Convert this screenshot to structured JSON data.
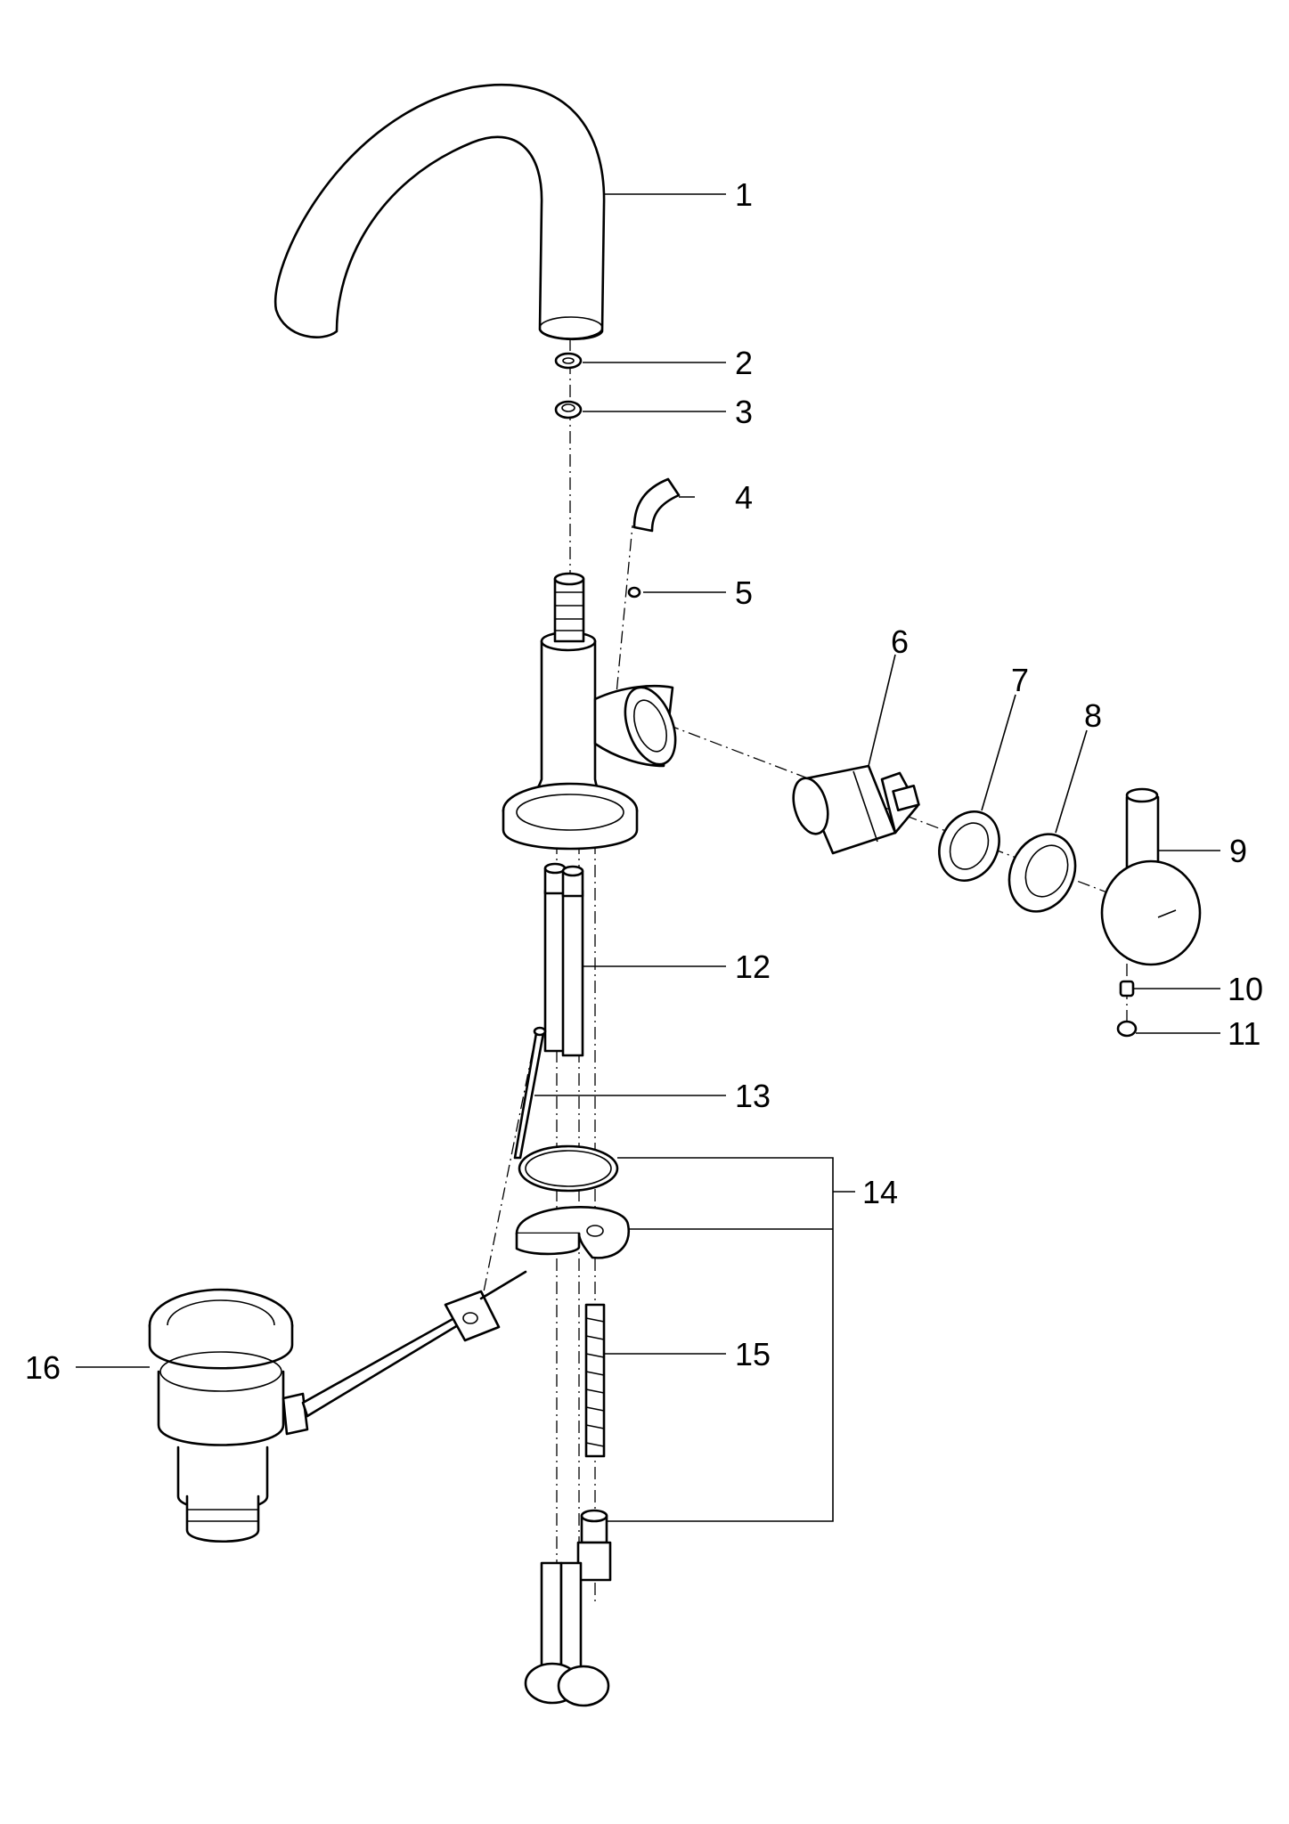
{
  "diagram": {
    "colors": {
      "line": "#000000",
      "background": "#ffffff"
    },
    "callouts": [
      {
        "id": "1",
        "label": "1"
      },
      {
        "id": "2",
        "label": "2"
      },
      {
        "id": "3",
        "label": "3"
      },
      {
        "id": "4",
        "label": "4"
      },
      {
        "id": "5",
        "label": "5"
      },
      {
        "id": "6",
        "label": "6"
      },
      {
        "id": "7",
        "label": "7"
      },
      {
        "id": "8",
        "label": "8"
      },
      {
        "id": "9",
        "label": "9"
      },
      {
        "id": "10",
        "label": "10"
      },
      {
        "id": "11",
        "label": "11"
      },
      {
        "id": "12",
        "label": "12"
      },
      {
        "id": "13",
        "label": "13"
      },
      {
        "id": "14",
        "label": "14"
      },
      {
        "id": "15",
        "label": "15"
      },
      {
        "id": "16",
        "label": "16"
      }
    ]
  }
}
